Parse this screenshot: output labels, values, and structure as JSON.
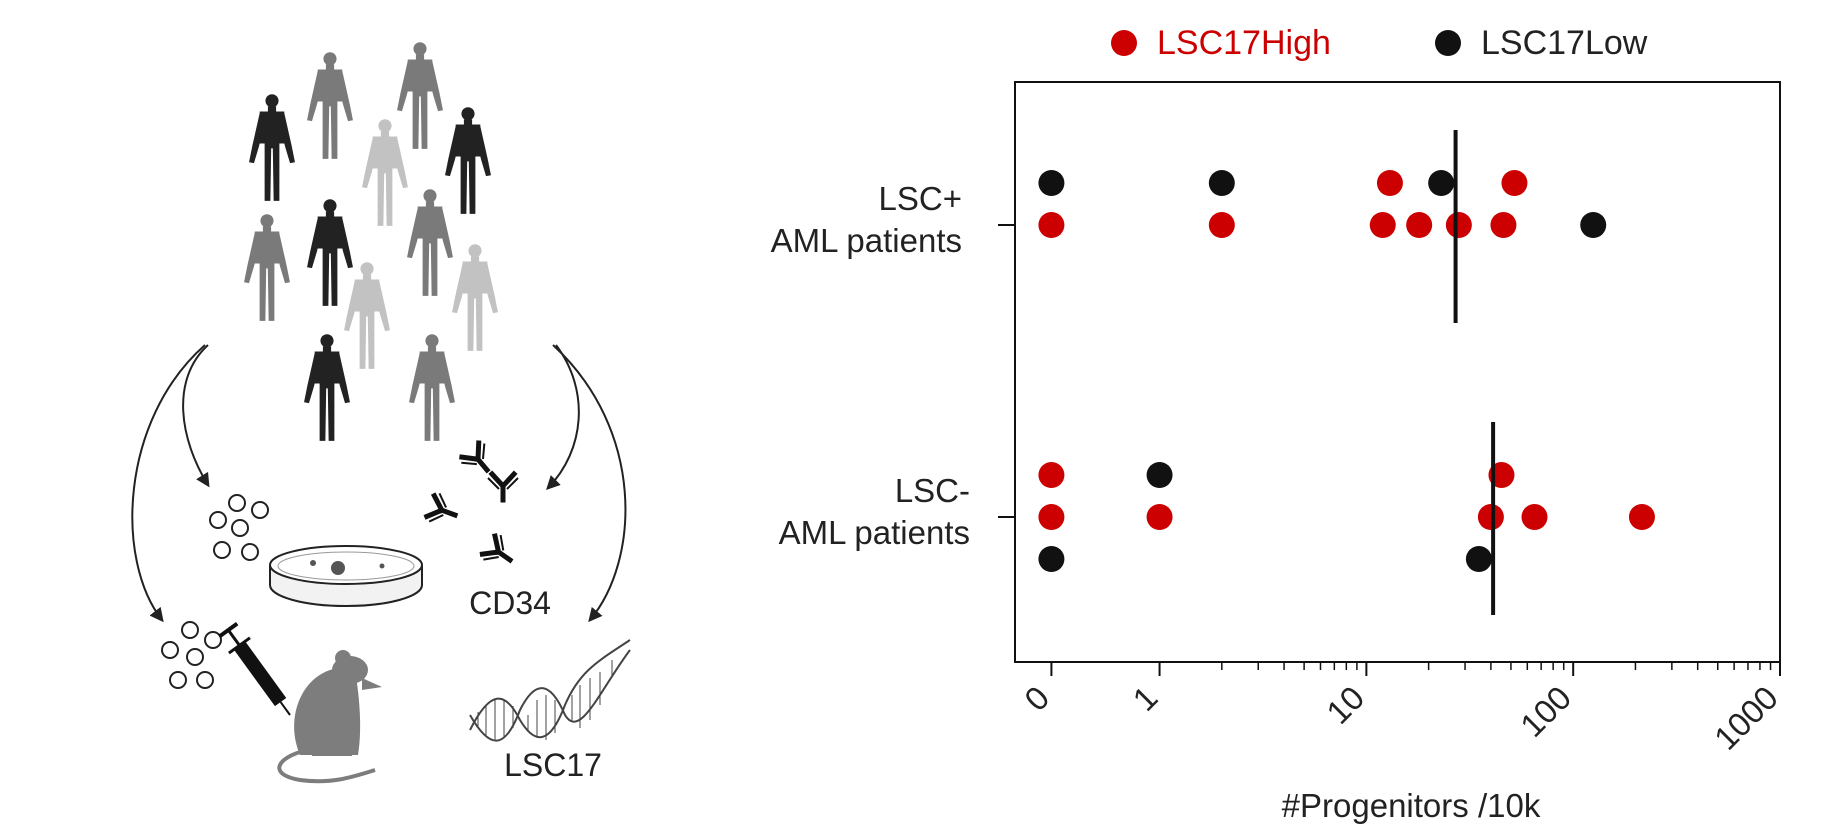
{
  "schematic": {
    "assay_labels": [
      "CD34",
      "LSC17"
    ]
  },
  "legend": [
    {
      "label": "LSC17High",
      "color": "#cc0000"
    },
    {
      "label": "LSC17Low",
      "color": "#111111"
    }
  ],
  "colors": {
    "high": "#cc0000",
    "low": "#111111",
    "silhouette_dark": "#222222",
    "silhouette_mid": "#7a7a7a",
    "silhouette_light": "#c2c2c2"
  },
  "icons": [
    "patient-silhouette-icon",
    "colony-assay-dish-icon",
    "antibody-icon",
    "dna-helix-icon",
    "syringe-icon",
    "mouse-icon",
    "cell-icon",
    "arrow-icon"
  ],
  "chart_data": {
    "type": "scatter",
    "xlabel": "#Progenitors /10k",
    "x_scale": "log",
    "xlim": [
      0.2,
      1000
    ],
    "x_ticks": [
      {
        "value": 0,
        "label": "0"
      },
      {
        "value": 1,
        "label": "1"
      },
      {
        "value": 10,
        "label": "10"
      },
      {
        "value": 100,
        "label": "100"
      },
      {
        "value": 1000,
        "label": "1000"
      }
    ],
    "categories": [
      "LSC+\nAML patients",
      "LSC-\nAML patients"
    ],
    "legend_position": "top",
    "grid": false,
    "series": [
      {
        "name": "LSC17High",
        "color": "#cc0000",
        "points": [
          {
            "category": "LSC+\nAML patients",
            "x": 0
          },
          {
            "category": "LSC+\nAML patients",
            "x": 2
          },
          {
            "category": "LSC+\nAML patients",
            "x": 12
          },
          {
            "category": "LSC+\nAML patients",
            "x": 13
          },
          {
            "category": "LSC+\nAML patients",
            "x": 18
          },
          {
            "category": "LSC+\nAML patients",
            "x": 28
          },
          {
            "category": "LSC+\nAML patients",
            "x": 46
          },
          {
            "category": "LSC+\nAML patients",
            "x": 52
          },
          {
            "category": "LSC-\nAML patients",
            "x": 0
          },
          {
            "category": "LSC-\nAML patients",
            "x": 0
          },
          {
            "category": "LSC-\nAML patients",
            "x": 1
          },
          {
            "category": "LSC-\nAML patients",
            "x": 40
          },
          {
            "category": "LSC-\nAML patients",
            "x": 45
          },
          {
            "category": "LSC-\nAML patients",
            "x": 65
          },
          {
            "category": "LSC-\nAML patients",
            "x": 215
          }
        ]
      },
      {
        "name": "LSC17Low",
        "color": "#111111",
        "points": [
          {
            "category": "LSC+\nAML patients",
            "x": 0
          },
          {
            "category": "LSC+\nAML patients",
            "x": 2
          },
          {
            "category": "LSC+\nAML patients",
            "x": 23
          },
          {
            "category": "LSC+\nAML patients",
            "x": 125
          },
          {
            "category": "LSC-\nAML patients",
            "x": 0
          },
          {
            "category": "LSC-\nAML patients",
            "x": 1
          },
          {
            "category": "LSC-\nAML patients",
            "x": 35
          }
        ]
      }
    ],
    "medians": [
      {
        "category": "LSC+\nAML patients",
        "x": 27
      },
      {
        "category": "LSC-\nAML patients",
        "x": 41
      }
    ]
  }
}
